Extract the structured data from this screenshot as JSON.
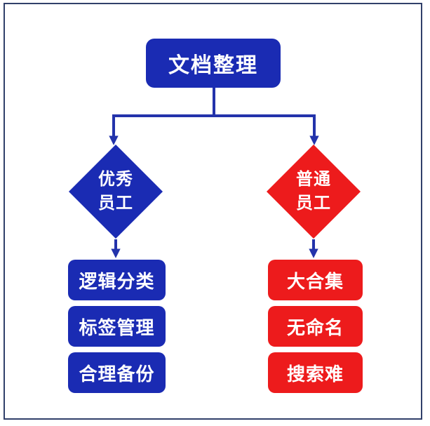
{
  "colors": {
    "blue": "#1a2bb3",
    "red": "#ed1b1c",
    "line": "#2333ab",
    "frame": "#31406a",
    "text_on_node": "#ffffff",
    "background": "#ffffff"
  },
  "root": {
    "label": "文档整理"
  },
  "branches": [
    {
      "diamond_label": "优秀\n员工",
      "color": "blue",
      "items": [
        "逻辑分类",
        "标签管理",
        "合理备份"
      ]
    },
    {
      "diamond_label": "普通\n员工",
      "color": "red",
      "items": [
        "大合集",
        "无命名",
        "搜索难"
      ]
    }
  ]
}
